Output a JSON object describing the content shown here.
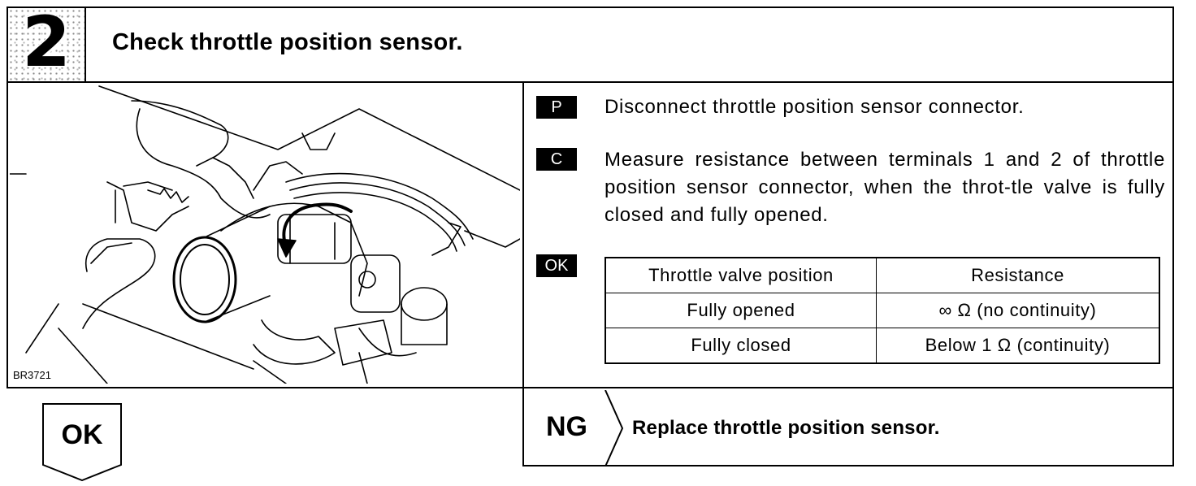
{
  "step": {
    "number": "2",
    "title": "Check throttle position sensor."
  },
  "figure": {
    "code": "BR3721",
    "description_icon": "throttle-body-illustration"
  },
  "instructions": [
    {
      "badge": "P",
      "text": "Disconnect throttle position sensor connector."
    },
    {
      "badge": "C",
      "text": "Measure resistance between terminals 1 and 2 of throttle position sensor connector, when the throt-tle valve is fully closed and fully opened."
    }
  ],
  "ok_badge": "OK",
  "spec_table": {
    "headers": [
      "Throttle valve position",
      "Resistance"
    ],
    "rows": [
      [
        "Fully opened",
        "∞ Ω (no continuity)"
      ],
      [
        "Fully closed",
        "Below 1 Ω (continuity)"
      ]
    ]
  },
  "ng": {
    "label": "NG",
    "action": "Replace throttle position sensor."
  },
  "ok_flow": {
    "label": "OK"
  }
}
